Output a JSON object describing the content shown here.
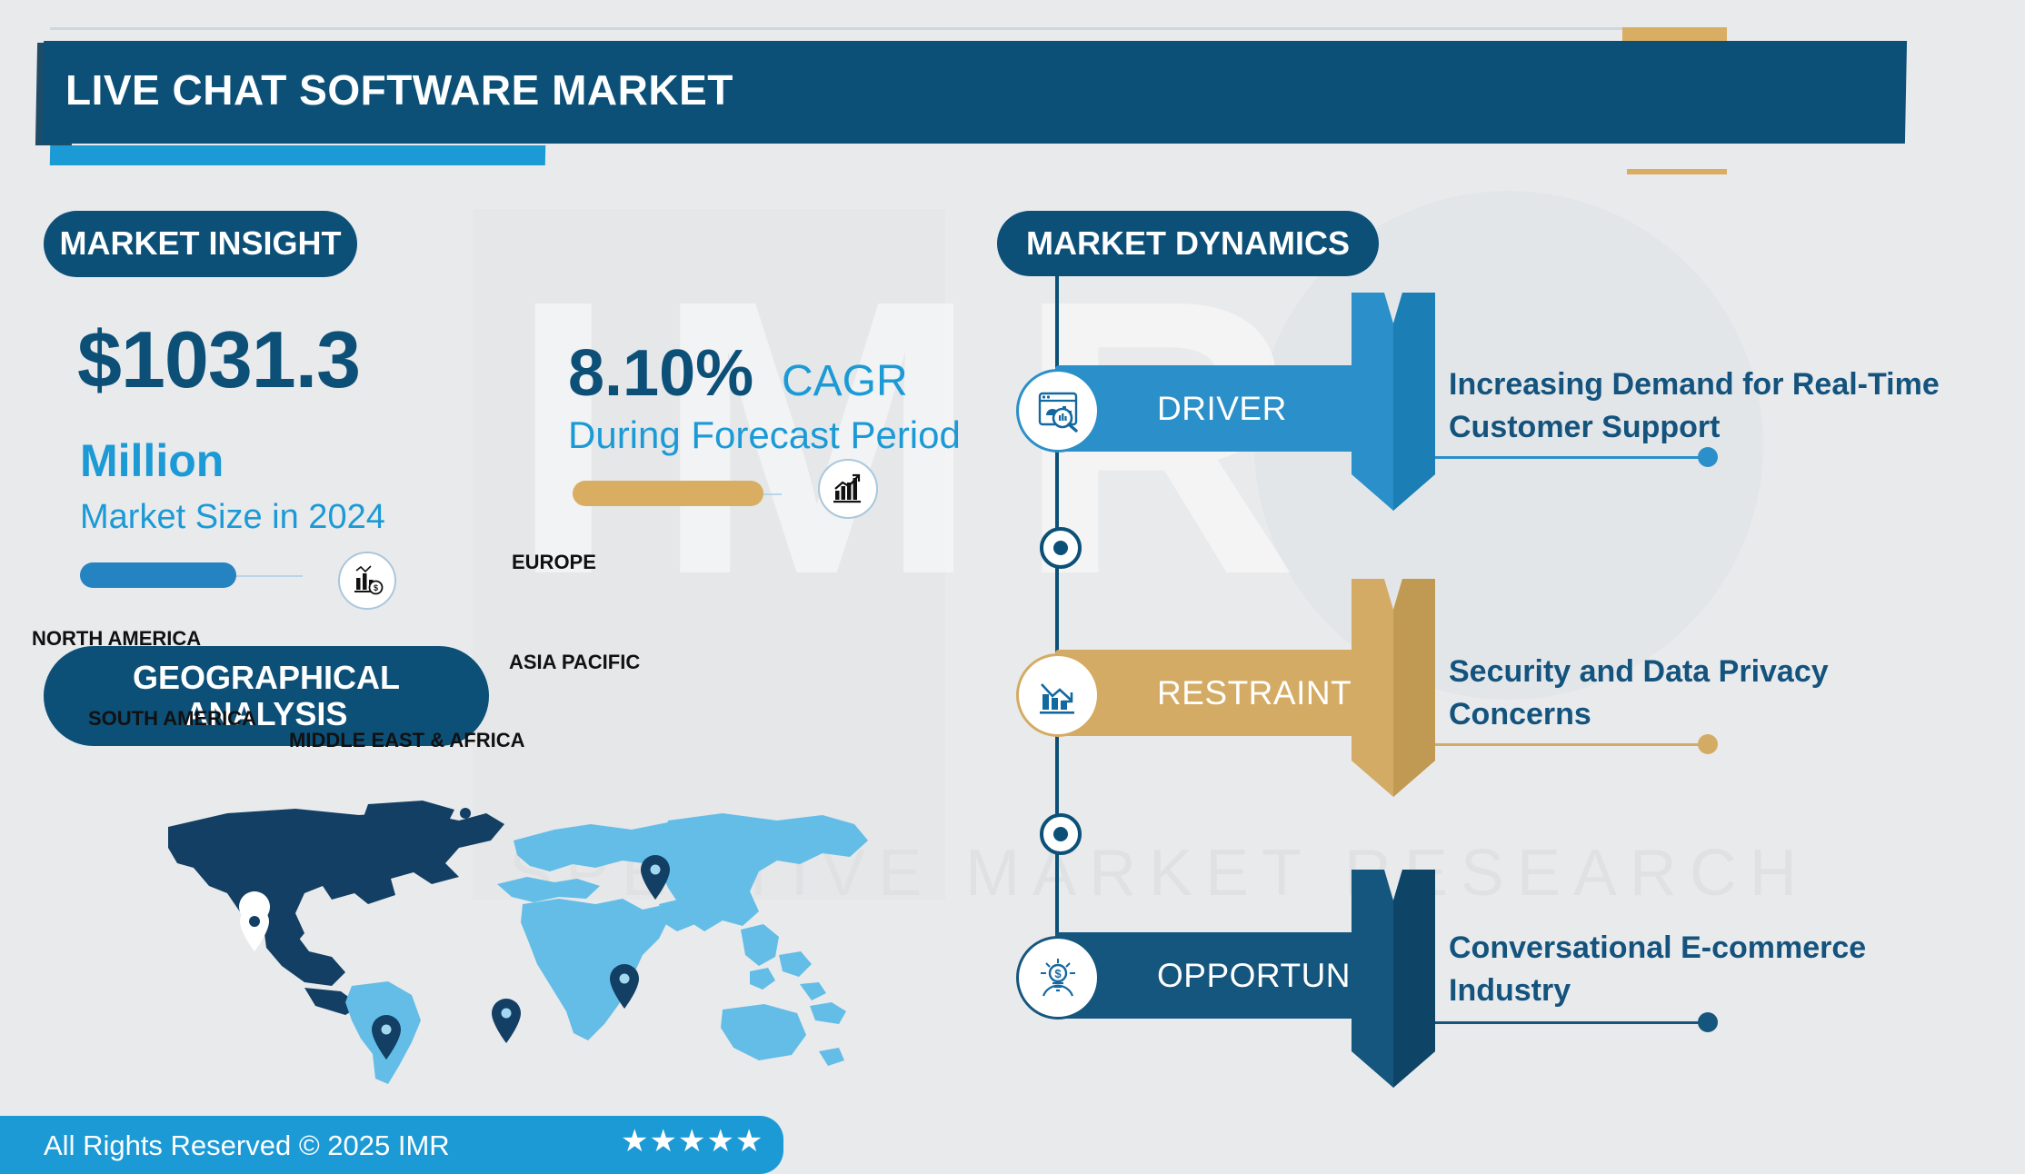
{
  "header": {
    "title": "LIVE CHAT SOFTWARE MARKET"
  },
  "watermark": {
    "letters": "IMR",
    "words": "SPECTIVE MARKET RESEARCH"
  },
  "market_insight": {
    "pill_label": "MARKET INSIGHT",
    "value": "$1031.3",
    "unit": "Million",
    "subtitle": "Market Size in 2024",
    "progress_icon": "bar-chart-dollar-icon"
  },
  "cagr": {
    "value": "8.10%",
    "label": "CAGR",
    "subtitle": "During Forecast Period",
    "progress_icon": "growth-arrow-chart-icon"
  },
  "geography": {
    "pill_label_line1": "GEOGRAPHICAL",
    "pill_label_line2": "ANALYSIS",
    "regions": [
      {
        "name": "NORTH AMERICA",
        "highlighted": true
      },
      {
        "name": "EUROPE",
        "highlighted": false
      },
      {
        "name": "ASIA PACIFIC",
        "highlighted": false
      },
      {
        "name": "SOUTH AMERICA",
        "highlighted": false
      },
      {
        "name": "MIDDLE EAST & AFRICA",
        "highlighted": false
      }
    ]
  },
  "market_dynamics": {
    "pill_label": "MARKET DYNAMICS",
    "items": [
      {
        "label": "DRIVER",
        "icon": "market-research-magnifier-icon",
        "text_line1": "Increasing Demand for Real-Time",
        "text_line2": "Customer Support",
        "color": "#2b8fc9"
      },
      {
        "label": "RESTRAINT",
        "icon": "declining-chart-icon",
        "text_line1": "Security and Data Privacy",
        "text_line2": "Concerns",
        "color": "#d4ab64"
      },
      {
        "label": "OPPORTUNITY",
        "icon": "lightbulb-dollar-icon",
        "text_line1": "Conversational E-commerce",
        "text_line2": "Industry",
        "color": "#15567e"
      }
    ]
  },
  "footer": {
    "copyright": "All Rights Reserved © 2025 IMR",
    "stars": "★★★★★"
  },
  "colors": {
    "dark_blue": "#0c5078",
    "mid_blue": "#2b8fc9",
    "light_blue": "#1b9ad6",
    "gold": "#d4ab64",
    "bg": "#e9eaec"
  }
}
